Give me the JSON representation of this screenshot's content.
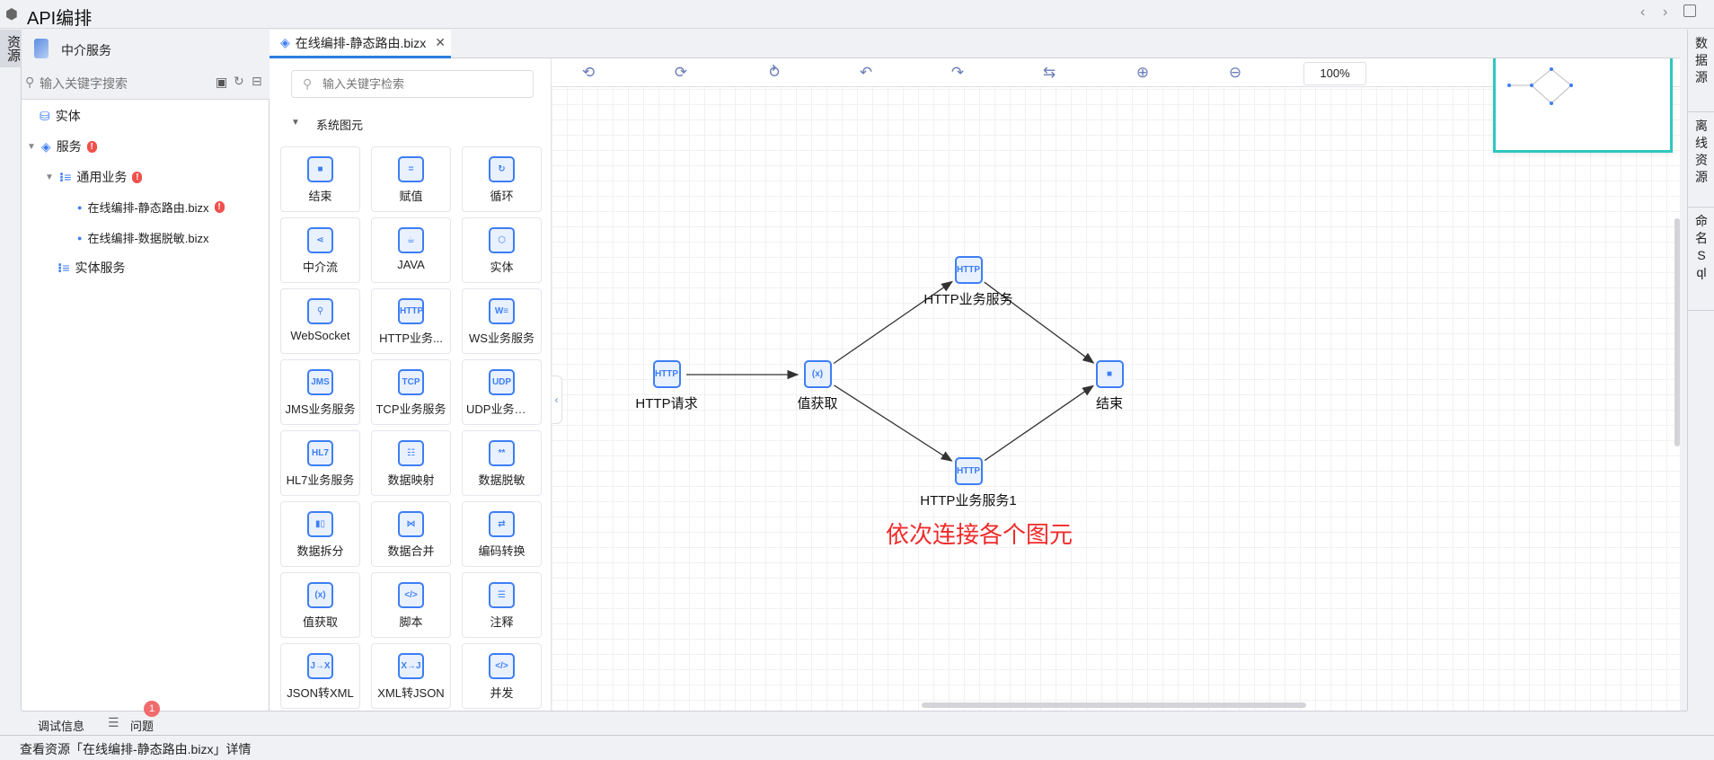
{
  "app": {
    "title": "API编排"
  },
  "left_strip": {
    "tab": "资源"
  },
  "resources": {
    "header": "中介服务",
    "search_placeholder": "输入关键字搜索",
    "tree": [
      {
        "label": "实体"
      },
      {
        "label": "服务",
        "badge": "!"
      },
      {
        "label": "通用业务",
        "badge": "!"
      },
      {
        "label": "在线编排-静态路由.bizx",
        "badge": "!"
      },
      {
        "label": "在线编排-数据脱敏.bizx"
      },
      {
        "label": "实体服务"
      }
    ]
  },
  "tabs": [
    {
      "label": "在线编排-静态路由.bizx",
      "close": "✕"
    }
  ],
  "palette": {
    "search_placeholder": "输入关键字检索",
    "group": "系统图元",
    "items": [
      {
        "label": "结束",
        "icon": "■"
      },
      {
        "label": "赋值",
        "icon": "="
      },
      {
        "label": "循环",
        "icon": "↻"
      },
      {
        "label": "中介流",
        "icon": "⋖"
      },
      {
        "label": "JAVA",
        "icon": "☕"
      },
      {
        "label": "实体",
        "icon": "⬡"
      },
      {
        "label": "WebSocket",
        "icon": "⚲"
      },
      {
        "label": "HTTP业务...",
        "icon": "HTTP"
      },
      {
        "label": "WS业务服务",
        "icon": "W≡"
      },
      {
        "label": "JMS业务服务",
        "icon": "JMS"
      },
      {
        "label": "TCP业务服务",
        "icon": "TCP"
      },
      {
        "label": "UDP业务服务",
        "icon": "UDP"
      },
      {
        "label": "HL7业务服务",
        "icon": "HL7"
      },
      {
        "label": "数据映射",
        "icon": "☷"
      },
      {
        "label": "数据脱敏",
        "icon": "**"
      },
      {
        "label": "数据拆分",
        "icon": "▮▯"
      },
      {
        "label": "数据合并",
        "icon": "⋈"
      },
      {
        "label": "编码转换",
        "icon": "⇄"
      },
      {
        "label": "值获取",
        "icon": "(x)"
      },
      {
        "label": "脚本",
        "icon": "</>"
      },
      {
        "label": "注释",
        "icon": "☰"
      },
      {
        "label": "JSON转XML",
        "icon": "J→X"
      },
      {
        "label": "XML转JSON",
        "icon": "X→J"
      },
      {
        "label": "并发",
        "icon": "</>"
      }
    ]
  },
  "toolbar": {
    "zoom": "100%"
  },
  "canvas": {
    "nodes": [
      {
        "id": "n1",
        "label": "HTTP请求",
        "icon": "HTTP"
      },
      {
        "id": "n2",
        "label": "值获取",
        "icon": "(x)"
      },
      {
        "id": "n3",
        "label": "HTTP业务服务",
        "icon": "HTTP"
      },
      {
        "id": "n4",
        "label": "HTTP业务服务1",
        "icon": "HTTP"
      },
      {
        "id": "n5",
        "label": "结束",
        "icon": "■"
      }
    ],
    "edges": [
      [
        "n1",
        "n2"
      ],
      [
        "n2",
        "n3"
      ],
      [
        "n2",
        "n4"
      ],
      [
        "n3",
        "n5"
      ],
      [
        "n4",
        "n5"
      ]
    ],
    "annotation": "依次连接各个图元",
    "annotation_color": "#f02a2a"
  },
  "right_strip": {
    "tabs": [
      "数据源",
      "离线资源",
      "命名Sql"
    ]
  },
  "bottom": {
    "debug": "调试信息",
    "problems": "问题",
    "problems_count": "1"
  },
  "status": "查看资源「在线编排-静态路由.bizx」详情"
}
